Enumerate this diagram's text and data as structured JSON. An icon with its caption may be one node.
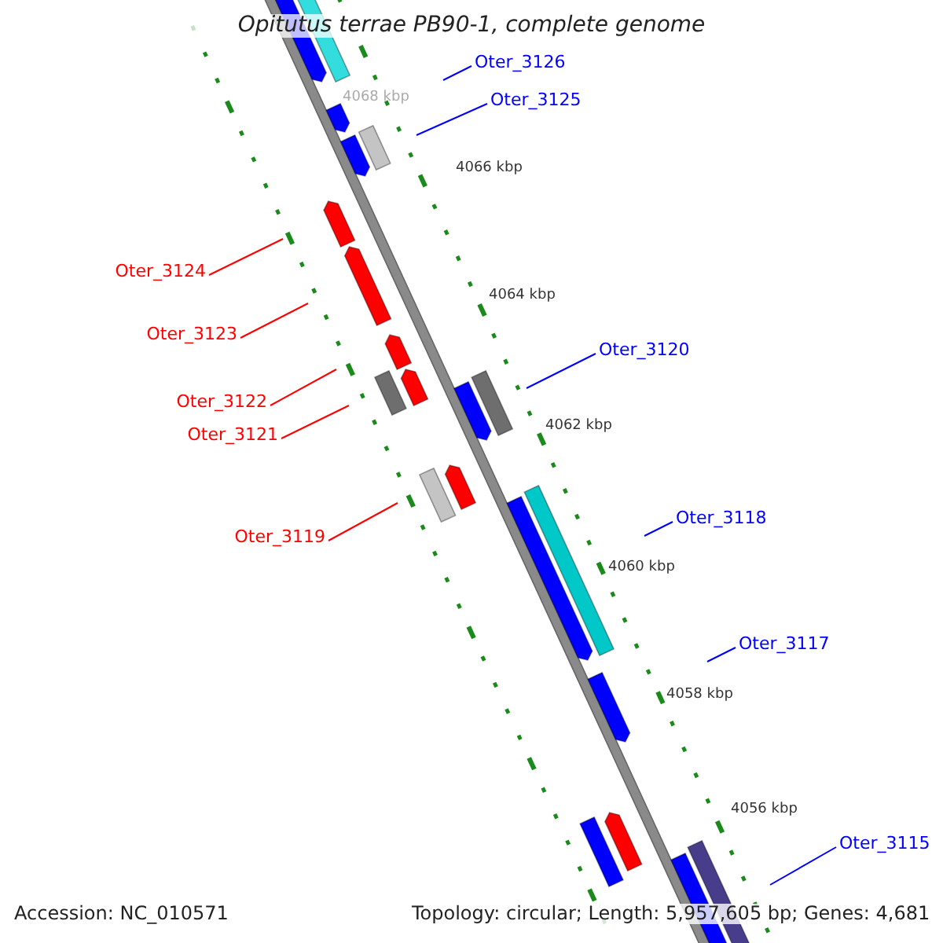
{
  "diagram": {
    "title": "Opitutus terrae PB90-1, complete genome",
    "nodes": [
      {
        "text": [
          "Oter_3126"
        ]
      },
      {
        "text": [
          "Oter_3125"
        ]
      },
      {
        "text": [
          "Oter_3124"
        ]
      },
      {
        "text": [
          "Oter_3123"
        ]
      },
      {
        "text": [
          "Oter_3120"
        ]
      },
      {
        "text": [
          "Oter_3122"
        ]
      },
      {
        "text": [
          "Oter_3121"
        ]
      },
      {
        "text": [
          "Oter_3119"
        ]
      },
      {
        "text": [
          "Oter_3118"
        ]
      },
      {
        "text": [
          "Oter_3117"
        ]
      },
      {
        "text": [
          "Oter_3115"
        ]
      }
    ],
    "edges": [
      {
        "from": 0,
        "to": null,
        "arrow": "none",
        "color": "#0000ff"
      },
      {
        "from": 1,
        "to": null,
        "arrow": "none",
        "color": "#0000ff"
      },
      {
        "from": 2,
        "to": null,
        "arrow": "none",
        "color": "#ff0000"
      },
      {
        "from": 3,
        "to": null,
        "arrow": "none",
        "color": "#ff0000"
      },
      {
        "from": 4,
        "to": null,
        "arrow": "none",
        "color": "#0000ff"
      },
      {
        "from": 5,
        "to": null,
        "arrow": "none",
        "color": "#ff0000"
      },
      {
        "from": 6,
        "to": null,
        "arrow": "none",
        "color": "#ff0000"
      },
      {
        "from": 7,
        "to": null,
        "arrow": "none",
        "color": "#ff0000"
      },
      {
        "from": 8,
        "to": null,
        "arrow": "none",
        "color": "#0000ff"
      },
      {
        "from": 9,
        "to": null,
        "arrow": "none",
        "color": "#0000ff"
      },
      {
        "from": 10,
        "to": null,
        "arrow": "none",
        "color": "#0000ff"
      }
    ],
    "labels": [
      "4068 kbp",
      "4066 kbp",
      "4064 kbp",
      "4062 kbp",
      "4060 kbp",
      "4058 kbp",
      "4056 kbp",
      "Accession: NC_010571",
      "Topology: circular; Length: 5,957,605 bp; Genes: 4,681"
    ]
  }
}
